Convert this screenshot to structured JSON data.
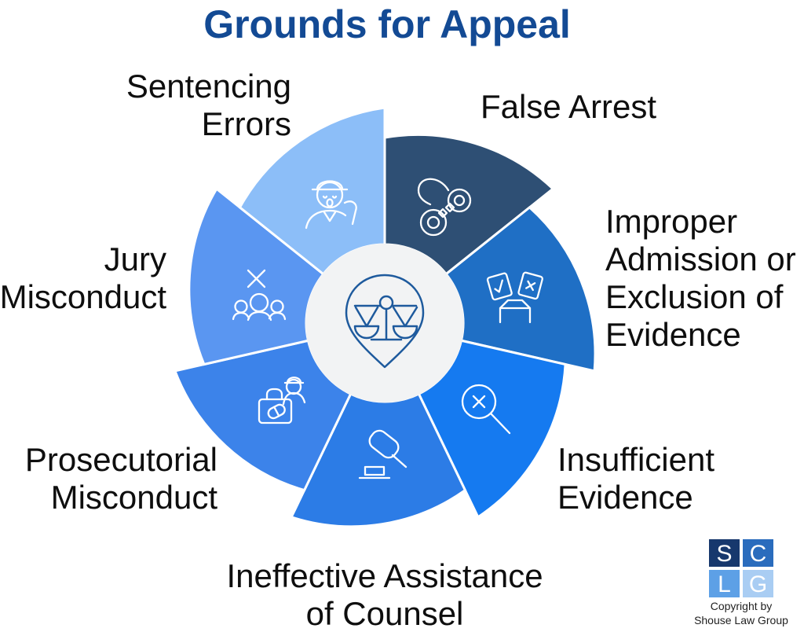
{
  "title": "Grounds for Appeal",
  "title_color": "#134a94",
  "center": {
    "bg_color": "#f2f3f4",
    "icon": "scales-location-pin-icon",
    "icon_color": "#1e5a9d"
  },
  "wheel": {
    "icon_color": "#ffffff",
    "segments": [
      {
        "id": "false-arrest",
        "lines": [
          "False Arrest"
        ],
        "color": "#2e4f74",
        "icon": "handcuffs-icon"
      },
      {
        "id": "improper-admission",
        "lines": [
          "Improper",
          "Admission or",
          "Exclusion of",
          "Evidence"
        ],
        "color": "#1f6fc5",
        "icon": "ballot-box-icon"
      },
      {
        "id": "insufficient-evidence",
        "lines": [
          "Insufficient",
          "Evidence"
        ],
        "color": "#157af0",
        "icon": "magnifier-x-icon"
      },
      {
        "id": "ineffective-assistance",
        "lines": [
          "Ineffective Assistance",
          "of Counsel"
        ],
        "color": "#2c7ce6",
        "icon": "gavel-icon"
      },
      {
        "id": "prosecutorial-misconduct",
        "lines": [
          "Prosecutorial",
          "Misconduct"
        ],
        "color": "#3c83ea",
        "icon": "briefcase-person-icon"
      },
      {
        "id": "jury-misconduct",
        "lines": [
          "Jury",
          "Misconduct"
        ],
        "color": "#5a96f1",
        "icon": "people-x-icon"
      },
      {
        "id": "sentencing-errors",
        "lines": [
          "Sentencing",
          "Errors"
        ],
        "color": "#8cbef8",
        "icon": "person-hat-icon"
      }
    ]
  },
  "footer": {
    "logo_letters": [
      "S",
      "C",
      "L",
      "G"
    ],
    "logo_colors": [
      "#17386d",
      "#2a6cbd",
      "#5da0e6",
      "#a9cdf3"
    ],
    "copyright_line1": "Copyright by",
    "copyright_line2": "Shouse Law Group"
  }
}
